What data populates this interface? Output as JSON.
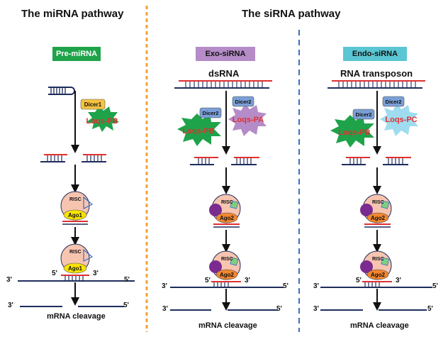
{
  "titles": {
    "mirna": "The miRNA pathway",
    "sirna": "The siRNA pathway"
  },
  "columns": {
    "mirna": {
      "label": "Pre-miRNA",
      "color": "#1ea34a"
    },
    "exo": {
      "label": "Exo-siRNA",
      "color": "#b58cc7",
      "substrate": "dsRNA"
    },
    "endo": {
      "label": "Endo-siRNA",
      "color": "#5bc6d3",
      "substrate": "RNA transposon"
    }
  },
  "enzymes": {
    "dicer1": "Dicer1",
    "dicer2": "Dicer2",
    "loqs_pb": "Loqs-PB",
    "loqs_pa": "Loqs-PA",
    "loqs_pc": "Loqs-PC"
  },
  "complex": {
    "risc": "RISC",
    "ago1": "Ago1",
    "ago2": "Ago2"
  },
  "ends": {
    "five": "5'",
    "three": "3'"
  },
  "cleavage": "mRNA cleavage",
  "colors": {
    "orange_divider": "#f2a23a",
    "blue_divider": "#3b6fc4",
    "rna_red": "#e03030",
    "rna_navy": "#1f2d5c",
    "star_green": "#1ea34a",
    "star_purple": "#b58cc7",
    "star_cyan": "#9fdcef",
    "risc_fill": "#f7c4b0",
    "ago1_fill": "#f8e300",
    "ago2_fill": "#f2862f",
    "dicer_fill": "#7a9fd6",
    "dicer1_fill": "#f6c342"
  }
}
